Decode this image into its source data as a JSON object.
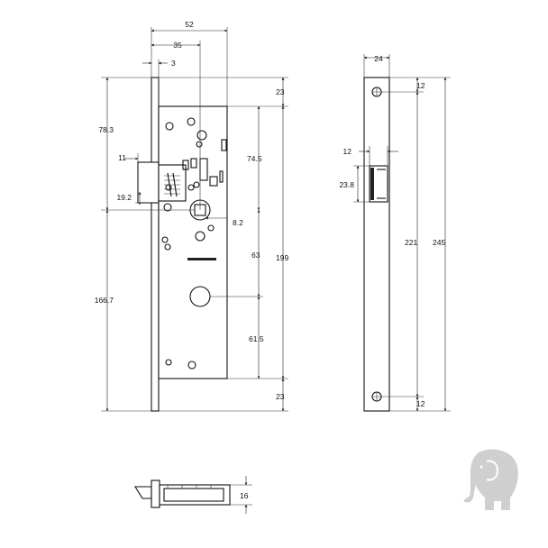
{
  "front_view": {
    "dims": {
      "w52": "52",
      "w35": "35",
      "w3": "3",
      "h23_top": "23",
      "h78_3": "78.3",
      "h74_5": "74.5",
      "w11": "11",
      "h19_2": "19.2",
      "w8_2": "8.2",
      "h199": "199",
      "h63": "63",
      "h166_7": "166.7",
      "h61_5": "61.5",
      "h23_bottom": "23"
    }
  },
  "side_view": {
    "dims": {
      "w24": "24",
      "h12_top": "12",
      "w12_latch": "12",
      "h23_8": "23.8",
      "h221": "221",
      "h245": "245",
      "h12_bottom": "12"
    }
  },
  "bottom_view": {
    "dims": {
      "h16": "16"
    }
  },
  "logo": {
    "icon": "elephant-logo-icon",
    "color": "#cfcfcf"
  }
}
